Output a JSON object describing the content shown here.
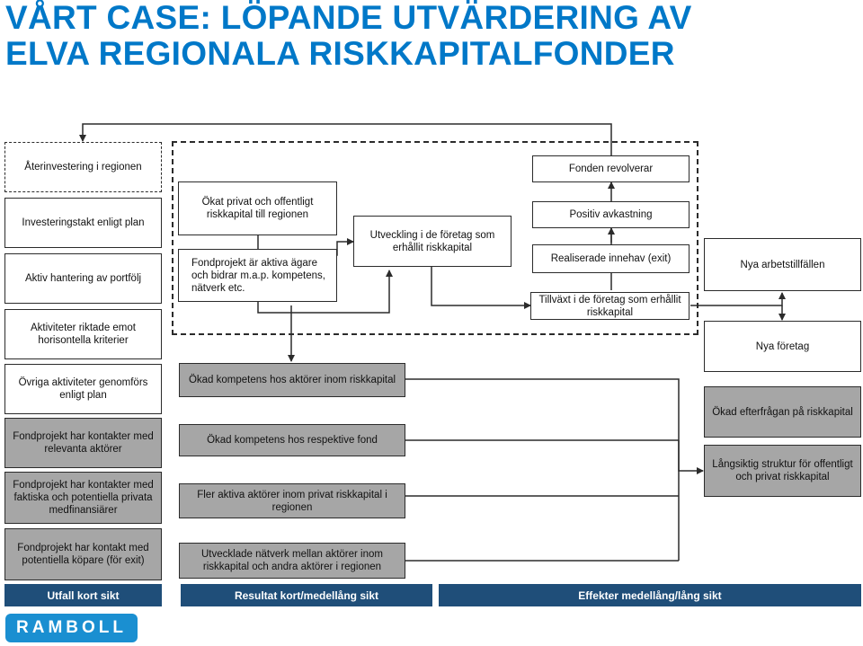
{
  "title": {
    "line1": "VÅRT CASE: LÖPANDE UTVÄRDERING AV",
    "line2": "ELVA REGIONALA RISKKAPITALFONDER"
  },
  "left_column": {
    "reinvest": "Återinvestering i regionen",
    "pace": "Investeringstakt enligt plan",
    "portfolio": "Aktiv hantering av portfölj",
    "horizontal": "Aktiviteter riktade emot horisontella kriterier",
    "other_activities": "Övriga aktiviteter genomförs enligt plan",
    "contacts_actors": "Fondprojekt har kontakter med relevanta aktörer",
    "contacts_financiers": "Fondprojekt har kontakter med faktiska och potentiella privata medfinansiärer",
    "contact_buyers": "Fondprojekt har kontakt med potentiella köpare (för exit)"
  },
  "middle_upper": {
    "increased_capital": "Ökat privat och offentligt riskkapital till regionen",
    "active_owners": "Fondprojekt är aktiva ägare och bidrar m.a.p. kompetens, nätverk etc.",
    "development": "Utveckling i de företag som erhållit riskkapital"
  },
  "right_upper": {
    "revolving": "Fonden revolverar",
    "positive_return": "Positiv avkastning",
    "realized": "Realiserade innehav (exit)",
    "growth": "Tillväxt i de företag som erhållit riskkapital"
  },
  "effects": {
    "jobs": "Nya arbetstillfällen",
    "new_companies": "Nya företag",
    "demand": "Ökad efterfrågan på riskkapital",
    "structure": "Långsiktig struktur för offentligt och privat riskkapital"
  },
  "results": {
    "competence_actors": "Ökad kompetens hos aktörer inom riskkapital",
    "competence_fund": "Ökad kompetens hos respektive fond",
    "more_actors": "Fler aktiva aktörer inom privat riskkapital i regionen",
    "networks": "Utvecklade nätverk mellan aktörer inom riskkapital och andra aktörer i regionen"
  },
  "footer": {
    "output": "Utfall kort sikt",
    "result": "Resultat kort/medellång sikt",
    "effect": "Effekter medellång/lång sikt"
  },
  "logo": {
    "text": "RAMBOLL"
  },
  "colors": {
    "title": "#0078c8",
    "footer": "#1f4e79",
    "grey_box": "#a6a6a6",
    "logo": "#1a8fd1"
  }
}
